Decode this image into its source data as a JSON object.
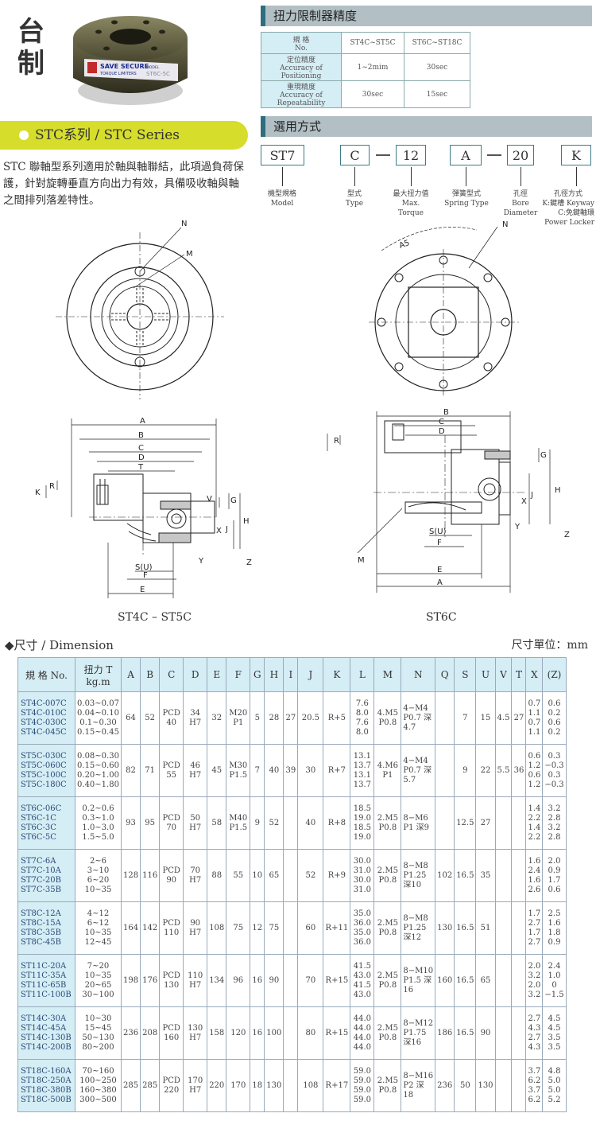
{
  "header": {
    "origin_line1": "台",
    "origin_line2": "制",
    "brand_text": "SAVE SECURE",
    "brand_sub": "TORQUE LIMITERS",
    "model_label": "MODEL",
    "model_value": "ST6C-5C"
  },
  "series": {
    "title": "STC系列 / STC Series",
    "intro": "STC 聯軸型系列適用於軸與軸聯結，此項過負荷保護，針對旋轉垂直方向出力有效，具備吸收軸與軸之間排列落差特性。"
  },
  "accuracy": {
    "section_title": "扭力限制器精度",
    "col0_l1": "規 格",
    "col0_l2": "No.",
    "col1": "ST4C~ST5C",
    "col2": "ST6C~ST18C",
    "row1_l1": "定位精度",
    "row1_l2": "Accuracy of Positioning",
    "row1_v1": "1~2mim",
    "row1_v2": "30sec",
    "row2_l1": "重現精度",
    "row2_l2": "Accuracy of Repeatability",
    "row2_v1": "30sec",
    "row2_v2": "15sec"
  },
  "selection": {
    "section_title": "選用方式",
    "codes": [
      "ST7",
      "C",
      "12",
      "A",
      "20",
      "K"
    ],
    "labels": [
      {
        "l1": "機型規格",
        "l2": "Model",
        "l3": "",
        "l4": ""
      },
      {
        "l1": "型式",
        "l2": "Type",
        "l3": "",
        "l4": ""
      },
      {
        "l1": "最大扭力值",
        "l2": "Max.",
        "l3": "Torque",
        "l4": ""
      },
      {
        "l1": "彈簧型式",
        "l2": "Spring Type",
        "l3": "",
        "l4": ""
      },
      {
        "l1": "孔徑",
        "l2": "Bore",
        "l3": "Diameter",
        "l4": ""
      },
      {
        "l1": "孔徑方式",
        "l2": "K:鍵槽 Keyway",
        "l3": "C:免鍵軸環",
        "l4": "Power Locker"
      }
    ]
  },
  "drawings": {
    "left_caption": "ST4C – ST5C",
    "right_caption": "ST6C",
    "labels": {
      "N": "N",
      "M": "M",
      "A": "A",
      "B": "B",
      "C": "C",
      "D": "D",
      "T": "T",
      "K": "K",
      "R": "R",
      "V": "V",
      "G": "G",
      "H": "H",
      "J": "J",
      "X": "X",
      "Y": "Y",
      "Z": "Z",
      "SU": "S(U)",
      "F": "F",
      "E": "E",
      "AS": "A5"
    }
  },
  "dimension": {
    "title": "◆尺寸 / Dimension",
    "unit": "尺寸單位：mm",
    "headers": [
      "規 格 No.",
      "扭力 T kg.m",
      "A",
      "B",
      "C",
      "D",
      "E",
      "F",
      "G",
      "H",
      "I",
      "J",
      "K",
      "L",
      "M",
      "N",
      "Q",
      "S",
      "U",
      "V",
      "T",
      "X",
      "(Z)"
    ],
    "groups": [
      {
        "models": [
          "ST4C-007C",
          "ST4C-010C",
          "ST4C-030C",
          "ST4C-045C"
        ],
        "torque": [
          "0.03~0.07",
          "0.04~0.10",
          "0.1~0.30",
          "0.15~0.45"
        ],
        "A": "64",
        "B": "52",
        "C": "PCD 40",
        "D": "34 H7",
        "E": "32",
        "F": "M20 P1",
        "G": "5",
        "H": "28",
        "I": "27",
        "J": "20.5",
        "K": "R+5",
        "L": [
          "7.6",
          "8.0",
          "7.6",
          "8.0"
        ],
        "M": "4.M5 P0.8",
        "N": "4−M4 P0.7 深4.7",
        "Q": "",
        "S": "7",
        "U": "15",
        "V": "4.5",
        "T": "27",
        "X": [
          "0.7",
          "1.1",
          "0.7",
          "1.1"
        ],
        "Z": [
          "0.6",
          "0.2",
          "0.6",
          "0.2"
        ]
      },
      {
        "models": [
          "ST5C-030C",
          "ST5C-060C",
          "ST5C-100C",
          "ST5C-180C"
        ],
        "torque": [
          "0.08~0.30",
          "0.15~0.60",
          "0.20~1.00",
          "0.40~1.80"
        ],
        "A": "82",
        "B": "71",
        "C": "PCD 55",
        "D": "46 H7",
        "E": "45",
        "F": "M30 P1.5",
        "G": "7",
        "H": "40",
        "I": "39",
        "J": "30",
        "K": "R+7",
        "L": [
          "13.1",
          "13.7",
          "13.1",
          "13.7"
        ],
        "M": "4.M6 P1",
        "N": "4−M4 P0.7 深5.7",
        "Q": "",
        "S": "9",
        "U": "22",
        "V": "5.5",
        "T": "36",
        "X": [
          "0.6",
          "1.2",
          "0.6",
          "1.2"
        ],
        "Z": [
          "0.3",
          "−0.3",
          "0.3",
          "−0.3"
        ]
      },
      {
        "models": [
          "ST6C-06C",
          "ST6C-1C",
          "ST6C-3C",
          "ST6C-5C"
        ],
        "torque": [
          "0.2~0.6",
          "0.3~1.0",
          "1.0~3.0",
          "1.5~5.0"
        ],
        "A": "93",
        "B": "95",
        "C": "PCD 70",
        "D": "50 H7",
        "E": "58",
        "F": "M40 P1.5",
        "G": "9",
        "H": "52",
        "I": "",
        "J": "40",
        "K": "R+8",
        "L": [
          "18.5",
          "19.0",
          "18.5",
          "19.0"
        ],
        "M": "2.M5 P0.8",
        "N": "8−M6 P1 深9",
        "Q": "",
        "S": "12.5",
        "U": "27",
        "V": "",
        "T": "",
        "X": [
          "1.4",
          "2.2",
          "1.4",
          "2.2"
        ],
        "Z": [
          "3.2",
          "2.8",
          "3.2",
          "2.8"
        ]
      },
      {
        "models": [
          "ST7C-6A",
          "ST7C-10A",
          "ST7C-20B",
          "ST7C-35B"
        ],
        "torque": [
          "2~6",
          "3~10",
          "6~20",
          "10~35"
        ],
        "A": "128",
        "B": "116",
        "C": "PCD 90",
        "D": "70 H7",
        "E": "88",
        "F": "55",
        "G": "10",
        "H": "65",
        "I": "",
        "J": "52",
        "K": "R+9",
        "L": [
          "30.0",
          "31.0",
          "30.0",
          "31.0"
        ],
        "M": "2.M5 P0.8",
        "N": "8−M8 P1.25 深10",
        "Q": "102",
        "S": "16.5",
        "U": "35",
        "V": "",
        "T": "",
        "X": [
          "1.6",
          "2.4",
          "1.6",
          "2.6"
        ],
        "Z": [
          "2.0",
          "0.9",
          "1.7",
          "0.6"
        ]
      },
      {
        "models": [
          "ST8C-12A",
          "ST8C-15A",
          "ST8C-35B",
          "ST8C-45B"
        ],
        "torque": [
          "4~12",
          "6~12",
          "10~35",
          "12~45"
        ],
        "A": "164",
        "B": "142",
        "C": "PCD 110",
        "D": "90 H7",
        "E": "108",
        "F": "75",
        "G": "12",
        "H": "75",
        "I": "",
        "J": "60",
        "K": "R+11",
        "L": [
          "35.0",
          "36.0",
          "35.0",
          "36.0"
        ],
        "M": "2.M5 P0.8",
        "N": "8−M8 P1.25 深12",
        "Q": "130",
        "S": "16.5",
        "U": "51",
        "V": "",
        "T": "",
        "X": [
          "1.7",
          "2.7",
          "1.7",
          "2.7"
        ],
        "Z": [
          "2.5",
          "1.6",
          "1.8",
          "0.9"
        ]
      },
      {
        "models": [
          "ST11C-20A",
          "ST11C-35A",
          "ST11C-65B",
          "ST11C-100B"
        ],
        "torque": [
          "7~20",
          "10~35",
          "20~65",
          "30~100"
        ],
        "A": "198",
        "B": "176",
        "C": "PCD 130",
        "D": "110 H7",
        "E": "134",
        "F": "96",
        "G": "16",
        "H": "90",
        "I": "",
        "J": "70",
        "K": "R+15",
        "L": [
          "41.5",
          "43.0",
          "41.5",
          "43.0"
        ],
        "M": "2.M5 P0.8",
        "N": "8−M10 P1.5 深16",
        "Q": "160",
        "S": "16.5",
        "U": "65",
        "V": "",
        "T": "",
        "X": [
          "2.0",
          "3.2",
          "2.0",
          "3.2"
        ],
        "Z": [
          "2.4",
          "1.0",
          "0",
          "−1.5"
        ]
      },
      {
        "models": [
          "ST14C-30A",
          "ST14C-45A",
          "ST14C-130B",
          "ST14C-200B"
        ],
        "torque": [
          "10~30",
          "15~45",
          "50~130",
          "80~200"
        ],
        "A": "236",
        "B": "208",
        "C": "PCD 160",
        "D": "130 H7",
        "E": "158",
        "F": "120",
        "G": "16",
        "H": "100",
        "I": "",
        "J": "80",
        "K": "R+15",
        "L": [
          "44.0",
          "44.0",
          "44.0",
          "44.0"
        ],
        "M": "2.M5 P0.8",
        "N": "8−M12 P1.75 深16",
        "Q": "186",
        "S": "16.5",
        "U": "90",
        "V": "",
        "T": "",
        "X": [
          "2.7",
          "4.3",
          "2.7",
          "4.3"
        ],
        "Z": [
          "4.5",
          "4.5",
          "3.5",
          "3.5"
        ]
      },
      {
        "models": [
          "ST18C-160A",
          "ST18C-250A",
          "ST18C-380B",
          "ST18C-500B"
        ],
        "torque": [
          "70~160",
          "100~250",
          "160~380",
          "300~500"
        ],
        "A": "285",
        "B": "285",
        "C": "PCD 220",
        "D": "170 H7",
        "E": "220",
        "F": "170",
        "G": "18",
        "H": "130",
        "I": "",
        "J": "108",
        "K": "R+17",
        "L": [
          "59.0",
          "59.0",
          "59.0",
          "59.0"
        ],
        "M": "2.M5 P0.8",
        "N": "8−M16 P2 深18",
        "Q": "236",
        "S": "50",
        "U": "130",
        "V": "",
        "T": "",
        "X": [
          "3.7",
          "6.2",
          "3.7",
          "6.2"
        ],
        "Z": [
          "4.8",
          "5.0",
          "5.0",
          "5.2"
        ]
      }
    ]
  },
  "colors": {
    "accent_bar": "#d6dd2b",
    "header_bar": "#b2c0c6",
    "header_edge": "#2e6e7e",
    "cell_header": "#d5edf4",
    "model_text": "#2a4a78"
  }
}
